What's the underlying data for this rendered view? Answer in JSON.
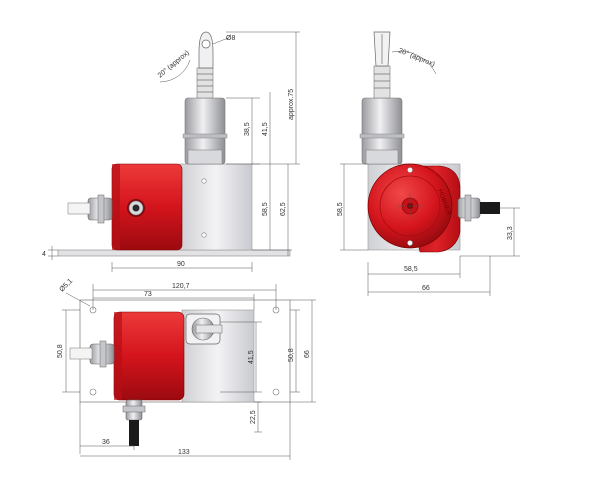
{
  "colors": {
    "body_red": "#d4141c",
    "body_red_dark": "#9c0a10",
    "housing_grey": "#e8e8ea",
    "cable_black": "#1a1a1a",
    "dimension_line": "#555555"
  },
  "views": {
    "side": {
      "dims": {
        "hole": "Ø8",
        "angle": "20° (approx)",
        "height_sensor": "38,5",
        "height_sensor_total": "41,5",
        "height_overall": "approx.75",
        "height_body": "58,5",
        "height_total": "62,5",
        "base_thickness": "4",
        "width": "90"
      }
    },
    "front": {
      "logo_text": "HÜBNER",
      "dims": {
        "angle": "20° (approx)",
        "height_body": "58,5",
        "cable_height": "33,3",
        "width_body": "58,5",
        "width_total": "66"
      }
    },
    "top": {
      "dims": {
        "hole_diameter": "Ø5,1",
        "width_total": "120,7",
        "hole_spacing": "73",
        "height_left": "50,8",
        "height_sensor": "41,5",
        "height_right": "50,8",
        "height_total": "66",
        "offset_bottom": "22,5",
        "cable_offset": "36",
        "length_total": "133"
      }
    }
  }
}
